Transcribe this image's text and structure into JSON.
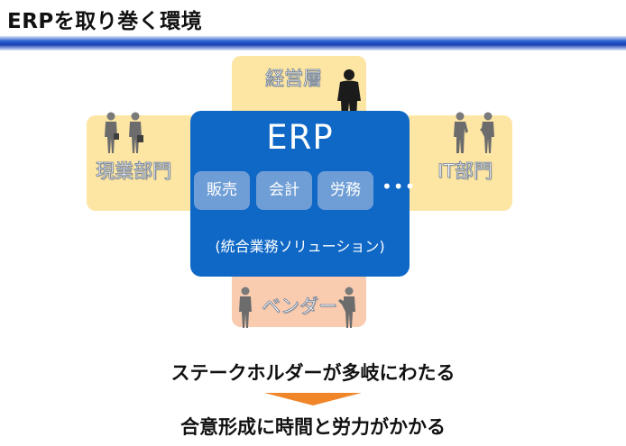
{
  "slide": {
    "title": "ERPを取り巻く環境"
  },
  "stakeholders": {
    "management": "経営層",
    "field": "現業部門",
    "it": "IT部門",
    "vendor": "ベンダー"
  },
  "erp": {
    "title": "ERP",
    "modules": [
      "販売",
      "会計",
      "労務"
    ],
    "more": "•••",
    "subtitle": "(統合業務ソリューション)"
  },
  "conclusion": {
    "line1": "ステークホルダーが多岐にわたる",
    "line2": "合意形成に時間と労力がかかる"
  },
  "colors": {
    "title_bar": "#2b5fd1",
    "erp_box": "#0f68c6",
    "module": "#6f9ed6",
    "stakeholder_panel": "#fde6a4",
    "vendor_panel": "#f9ccb0",
    "arrow": "#f0852a"
  }
}
